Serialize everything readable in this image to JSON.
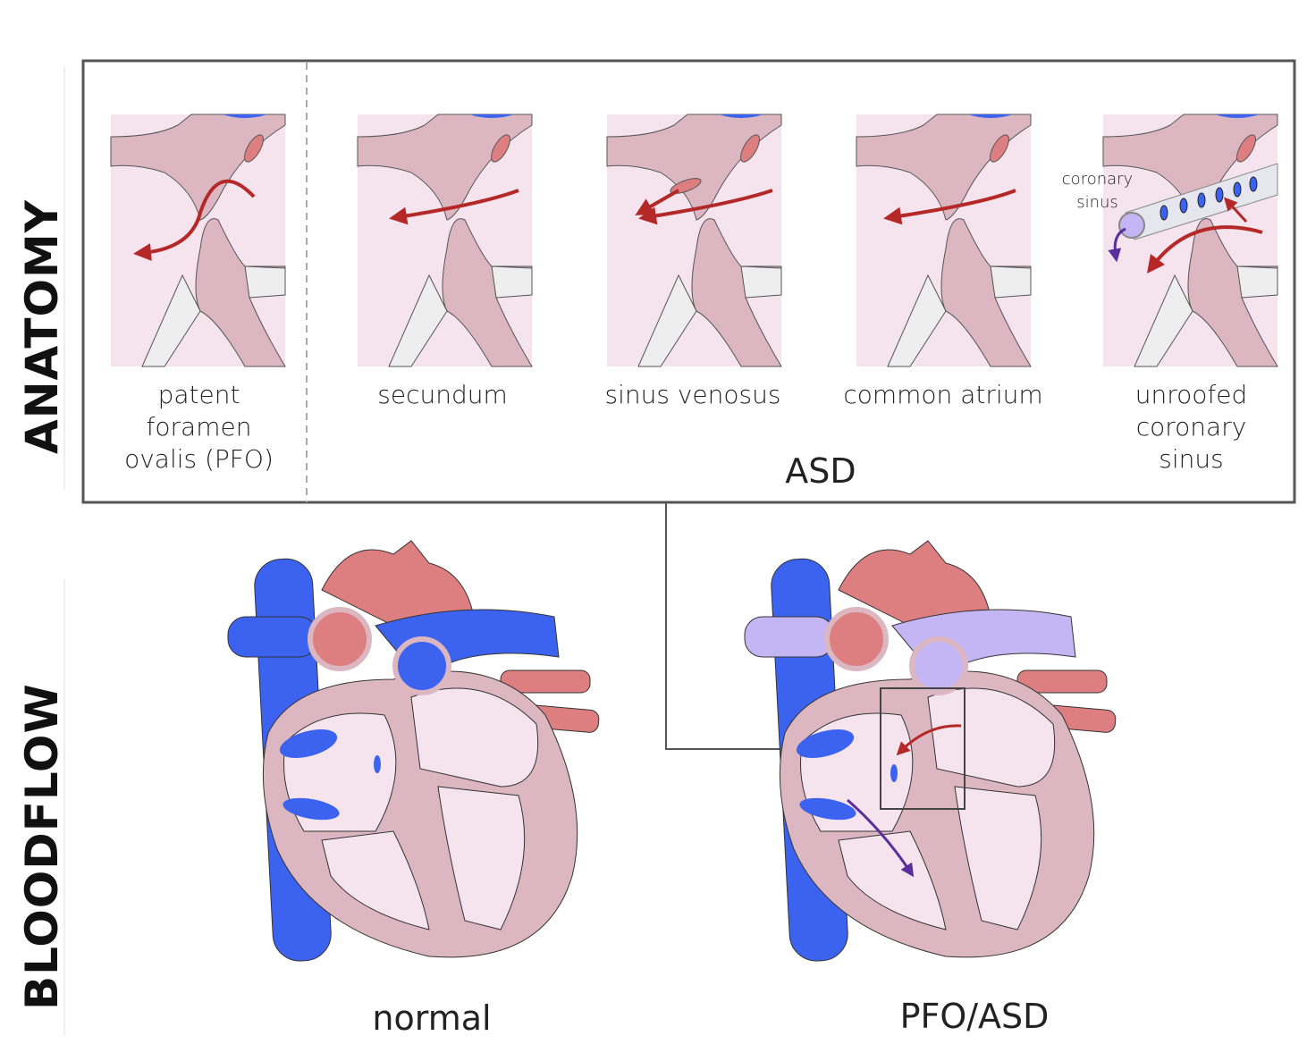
{
  "sections": {
    "anatomy": "ANATOMY",
    "bloodflow": "BLOODFLOW"
  },
  "panels": [
    {
      "label": "patent foramen ovalis (PFO)"
    },
    {
      "label": "secundum"
    },
    {
      "label": "sinus venosus"
    },
    {
      "label": "common atrium"
    },
    {
      "label": "unroofed coronary sinus",
      "inset_label": "coronary sinus"
    }
  ],
  "group_label": "ASD",
  "hearts": [
    {
      "label": "normal"
    },
    {
      "label": "PFO/ASD"
    }
  ],
  "colors": {
    "tissue": "#dcb7c2",
    "chamber": "#f5e4ee",
    "artery": "#dd7f80",
    "vein": "#3c63f0",
    "mixed": "#c4b6f5",
    "flow_arrow": "#b42828",
    "mixed_arrow": "#5a2e9c"
  }
}
